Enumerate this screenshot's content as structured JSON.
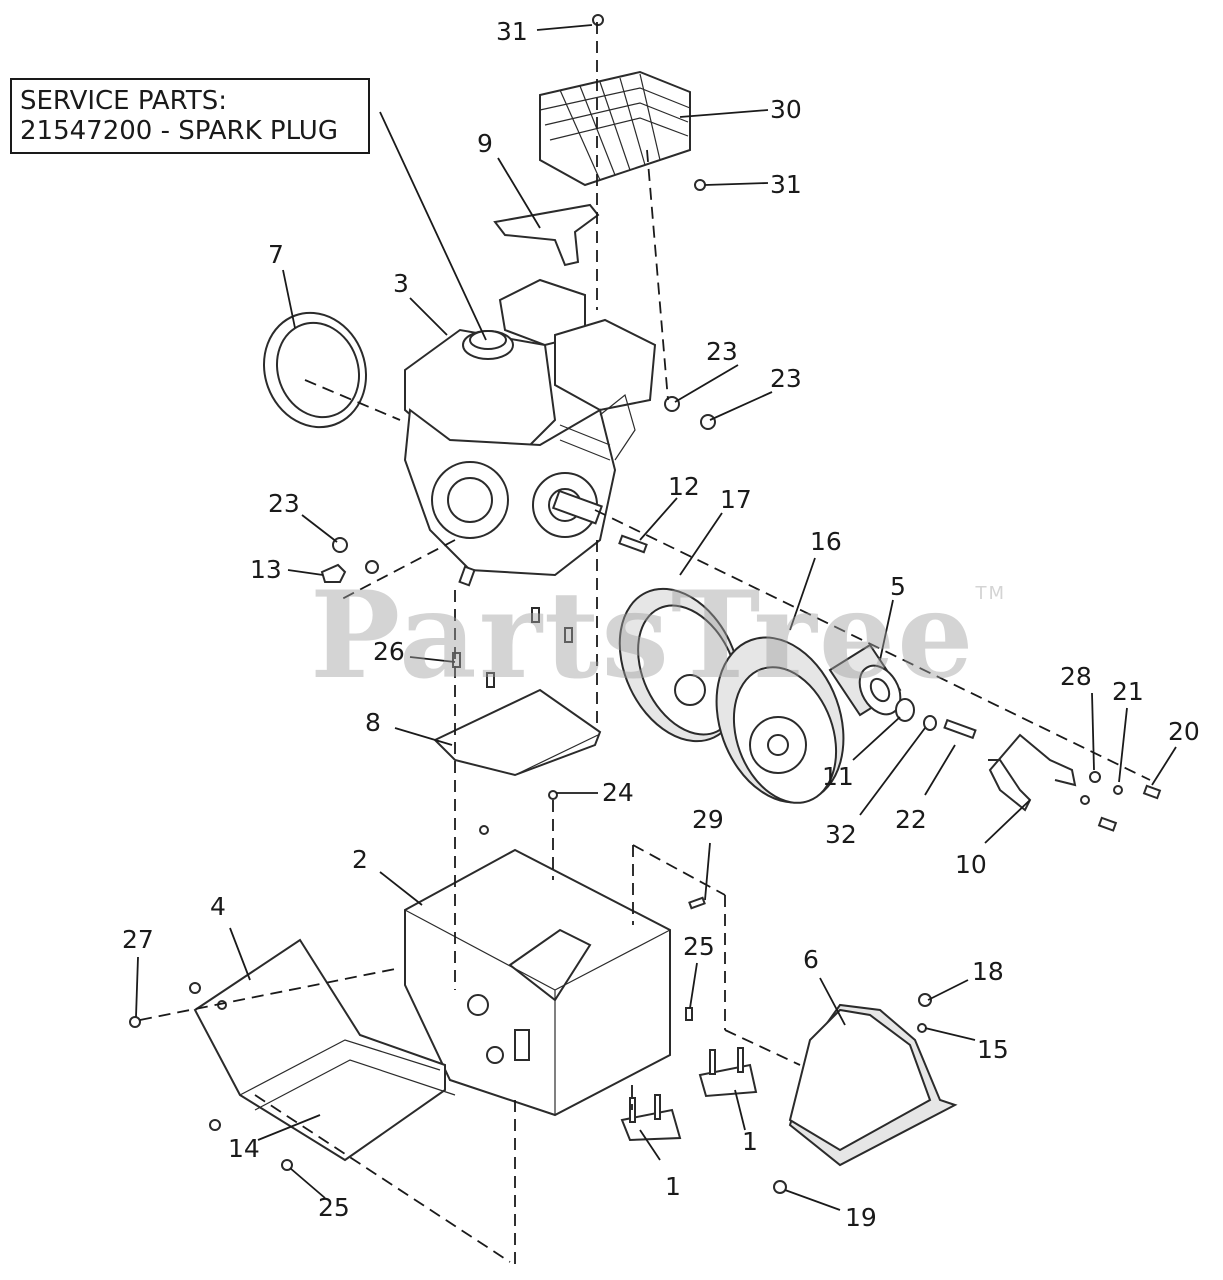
{
  "service_parts": {
    "line1": "SERVICE PARTS:",
    "line2": "21547200 - SPARK PLUG"
  },
  "watermark": {
    "text": "PartsTree",
    "tm": "TM"
  },
  "callouts": [
    "31",
    "30",
    "31",
    "9",
    "7",
    "3",
    "23",
    "23",
    "23",
    "13",
    "12",
    "17",
    "16",
    "5",
    "26",
    "8",
    "24",
    "28",
    "21",
    "20",
    "11",
    "32",
    "22",
    "10",
    "29",
    "2",
    "4",
    "27",
    "25",
    "6",
    "18",
    "15",
    "14",
    "25",
    "1",
    "1",
    "19"
  ]
}
